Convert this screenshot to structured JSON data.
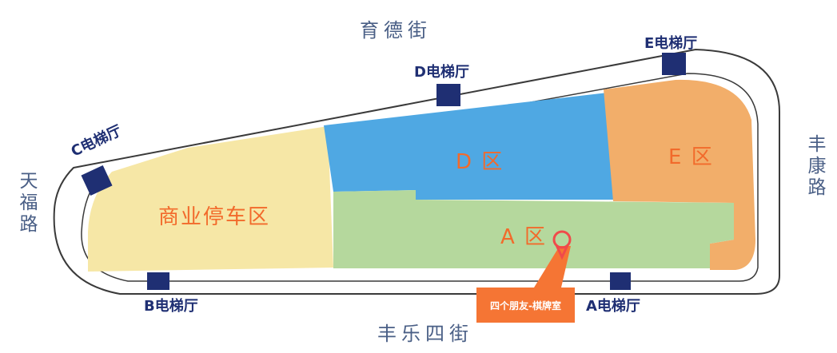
{
  "streets": {
    "north": "育德街",
    "south": "丰乐四街",
    "west": "天福路",
    "east": "丰康路"
  },
  "zones": [
    {
      "id": "parking",
      "label": "商业停车区",
      "color": "#f6e7a6"
    },
    {
      "id": "d",
      "label": "D 区",
      "color": "#4fa8e3"
    },
    {
      "id": "e",
      "label": "E 区",
      "color": "#f2ae6a"
    },
    {
      "id": "a",
      "label": "A 区",
      "color": "#b5d89d"
    }
  ],
  "elevator_lobbies": [
    {
      "id": "a",
      "label": "A电梯厅"
    },
    {
      "id": "b",
      "label": "B电梯厅"
    },
    {
      "id": "c",
      "label": "C电梯厅"
    },
    {
      "id": "d",
      "label": "D电梯厅"
    },
    {
      "id": "e",
      "label": "E电梯厅"
    }
  ],
  "marker": {
    "label": "四个朋友-棋牌室",
    "color": "#f57534"
  },
  "colors": {
    "outline": "#3a3a3a",
    "lobby_block": "#1f2f73",
    "street_text": "#4a5f86",
    "zone_text": "#f26a2b"
  }
}
